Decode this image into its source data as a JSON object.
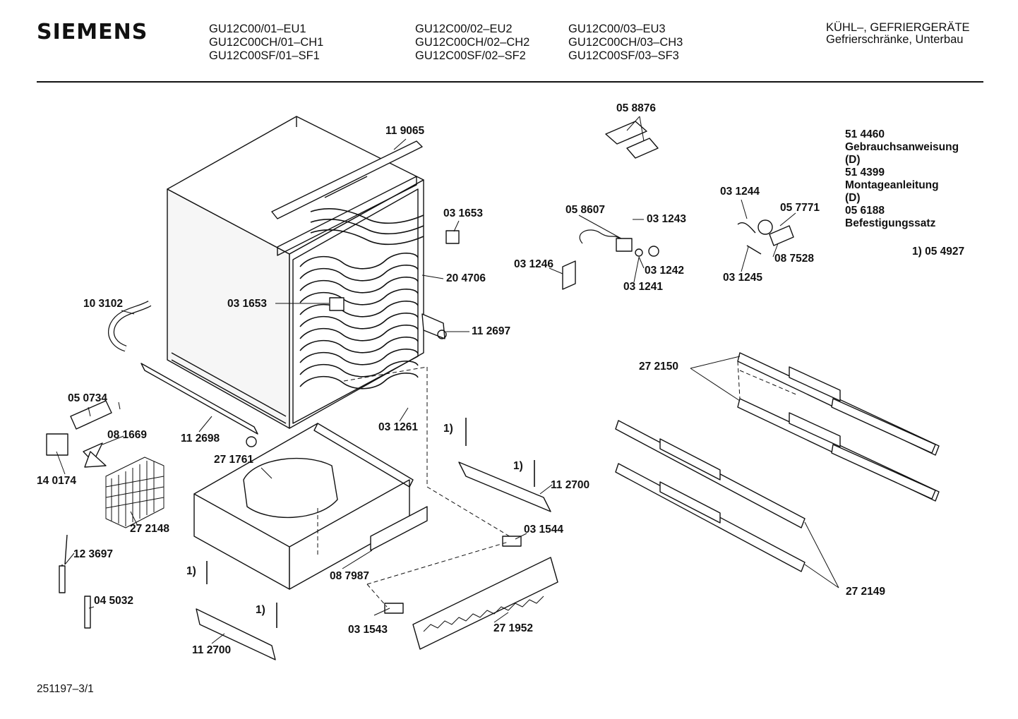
{
  "header": {
    "brand": "SIEMENS",
    "models": [
      [
        "GU12C00/01–EU1",
        "GU12C00CH/01–CH1",
        "GU12C00SF/01–SF1"
      ],
      [
        "GU12C00/02–EU2",
        "GU12C00CH/02–CH2",
        "GU12C00SF/02–SF2"
      ],
      [
        "GU12C00/03–EU3",
        "GU12C00CH/03–CH3",
        "GU12C00SF/03–SF3"
      ]
    ],
    "category": [
      "KÜHL–, GEFRIERGERÄTE",
      "Gefrierschränke, Unterbau"
    ]
  },
  "documents": {
    "lines": [
      "51 4460",
      "Gebrauchsanweisung",
      "(D)",
      "51 4399",
      "Montageanleitung",
      "(D)",
      "05 6188",
      "Befestigungssatz"
    ],
    "footnote": "1) 05 4927"
  },
  "parts": [
    "11 9065",
    "05 8876",
    "03 1653",
    "03 1653",
    "20 4706",
    "10 3102",
    "11 2697",
    "05 8607",
    "03 1243",
    "03 1246",
    "03 1242",
    "03 1241",
    "03 1244",
    "05 7771",
    "08 7528",
    "03 1245",
    "27 2150",
    "05 0734",
    "08 1669",
    "14 0174",
    "11 2698",
    "27 1761",
    "27 2148",
    "03 1261",
    "1)",
    "1)",
    "11 2700",
    "03 1544",
    "12 3697",
    "1)",
    "08 7987",
    "04 5032",
    "1)",
    "03 1543",
    "27 1952",
    "11 2700",
    "27 2149"
  ],
  "footer": {
    "code": "251197–3/1"
  }
}
